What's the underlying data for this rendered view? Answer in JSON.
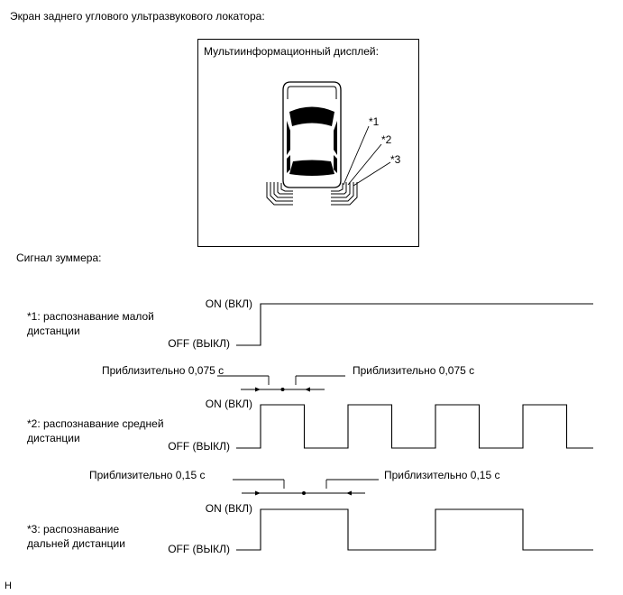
{
  "screen_title": "Экран заднего углового ультразвукового локатора:",
  "display": {
    "label": "Мультиинформационный дисплей:",
    "callouts": [
      "*1",
      "*2",
      "*3"
    ]
  },
  "buzzer_title": "Сигнал зуммера:",
  "signals": [
    {
      "desc_line1": "*1: распознавание малой",
      "desc_line2": "дистанции",
      "on_label": "ON (ВКЛ)",
      "off_label": "OFF (ВЫКЛ)",
      "pattern": "continuous"
    },
    {
      "desc_line1": "*2: распознавание средней",
      "desc_line2": "дистанции",
      "on_label": "ON (ВКЛ)",
      "off_label": "OFF (ВЫКЛ)",
      "timing_left": "Приблизительно 0,075 с",
      "timing_right": "Приблизительно 0,075 с",
      "pattern": "pulse",
      "period_s": 0.15,
      "on_time_s": 0.075
    },
    {
      "desc_line1": "*3: распознавание",
      "desc_line2": "дальней дистанции",
      "on_label": "ON (ВКЛ)",
      "off_label": "OFF (ВЫКЛ)",
      "timing_left": "Приблизительно 0,15 с",
      "timing_right": "Приблизительно 0,15 с",
      "pattern": "pulse",
      "period_s": 0.3,
      "on_time_s": 0.15
    }
  ],
  "footer_mark": "H"
}
